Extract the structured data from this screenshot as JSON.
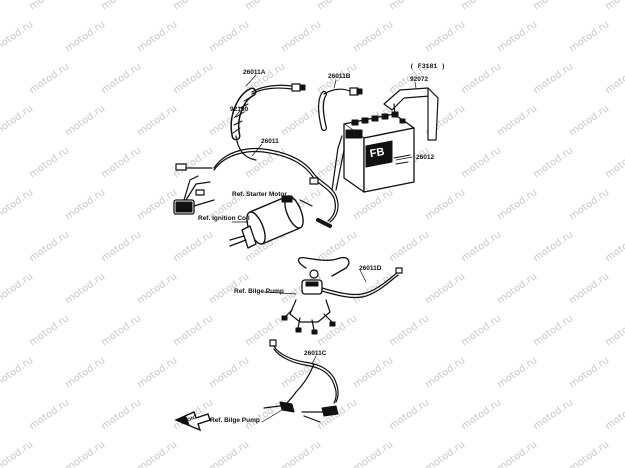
{
  "watermark": "motod.ru",
  "ref_code": "( F3181 )",
  "parts": {
    "p26011A": "26011A",
    "p92190": "92190",
    "p26011B": "26011B",
    "p92072": "92072",
    "p26012": "26012",
    "p26011": "26011",
    "p26011D": "26011D",
    "p26011C": "26011C"
  },
  "refs": {
    "starter_motor": "Ref. Starter Motor",
    "ignition_coil": "Ref. Ignition Coil",
    "bilge_pump_1": "Ref. Bilge Pump",
    "bilge_pump_2": "Ref. Bilge Pump"
  },
  "front_marker": "FRONT",
  "battery_text": "FB",
  "colors": {
    "ink": "#111111",
    "watermark": "#c9c9c9"
  }
}
